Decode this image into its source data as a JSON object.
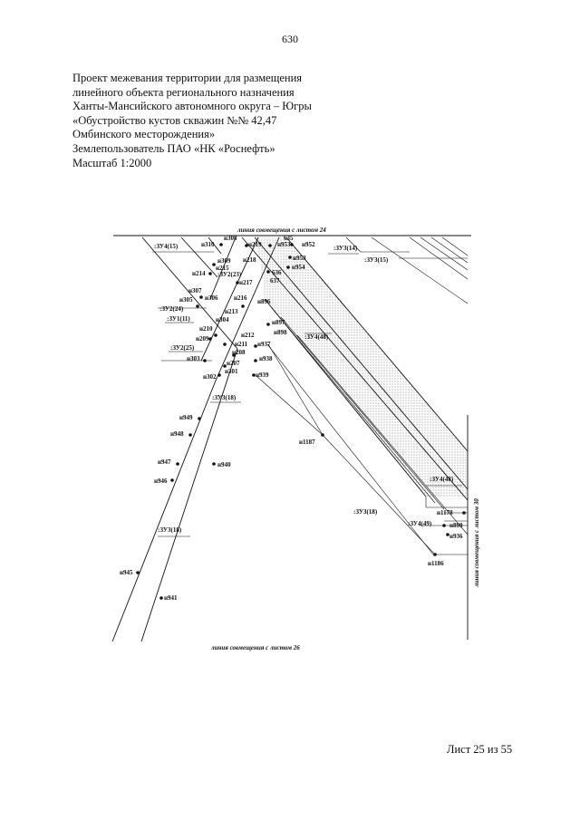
{
  "page_number": "630",
  "header_lines": [
    "Проект межевания территории для размещения",
    "линейного объекта регионального назначения",
    "Ханты-Мансийского автономного округа – Югры",
    "«Обустройство кустов скважин №№ 42,47",
    "Омбинского месторождения»",
    "Землепользователь ПАО «НК «Роснефть»",
    "Масштаб 1:2000"
  ],
  "match_lines": {
    "top": "линия совмещения с листом 24",
    "bottom": "линия совмещения с листом 26",
    "right": "линия совмещения с листом 30"
  },
  "parcel_labels": [
    ":ЗУ4(15)",
    ":ЗУ3(14)",
    ":ЗУ3(15)",
    ":ЗУ2(23)",
    ":ЗУ2(24)",
    ":ЗУ1(11)",
    ":ЗУ2(25)",
    ":ЗУ4(48)",
    ":ЗУ3(18)",
    ":ЗУ3(18)",
    ":ЗУ4(48)",
    ":ЗУ3(18)",
    ":ЗУ4(49)"
  ],
  "point_labels": [
    "н310",
    "н308",
    "н219",
    "н953",
    "н952",
    "635",
    "н309",
    "н218",
    "н953",
    "н215",
    "н954",
    "н214",
    "636",
    "н217",
    "637",
    "н307",
    "н305",
    "н306",
    "н216",
    "н896",
    "н213",
    "н304",
    "н897",
    "н210",
    "н898",
    "н209",
    "н212",
    "н211",
    "н208",
    "н937",
    "н303",
    "н207",
    "н938",
    "н302",
    "н301",
    "н939",
    "н949",
    "н948",
    "н1187",
    "н947",
    "н940",
    "н946",
    "н1178",
    "н899",
    "н936",
    "н945",
    "н1186",
    "н941"
  ],
  "footer": "Лист 25 из 55",
  "colors": {
    "ink": "#111111",
    "paper": "#ffffff",
    "hatch": "#555555"
  }
}
